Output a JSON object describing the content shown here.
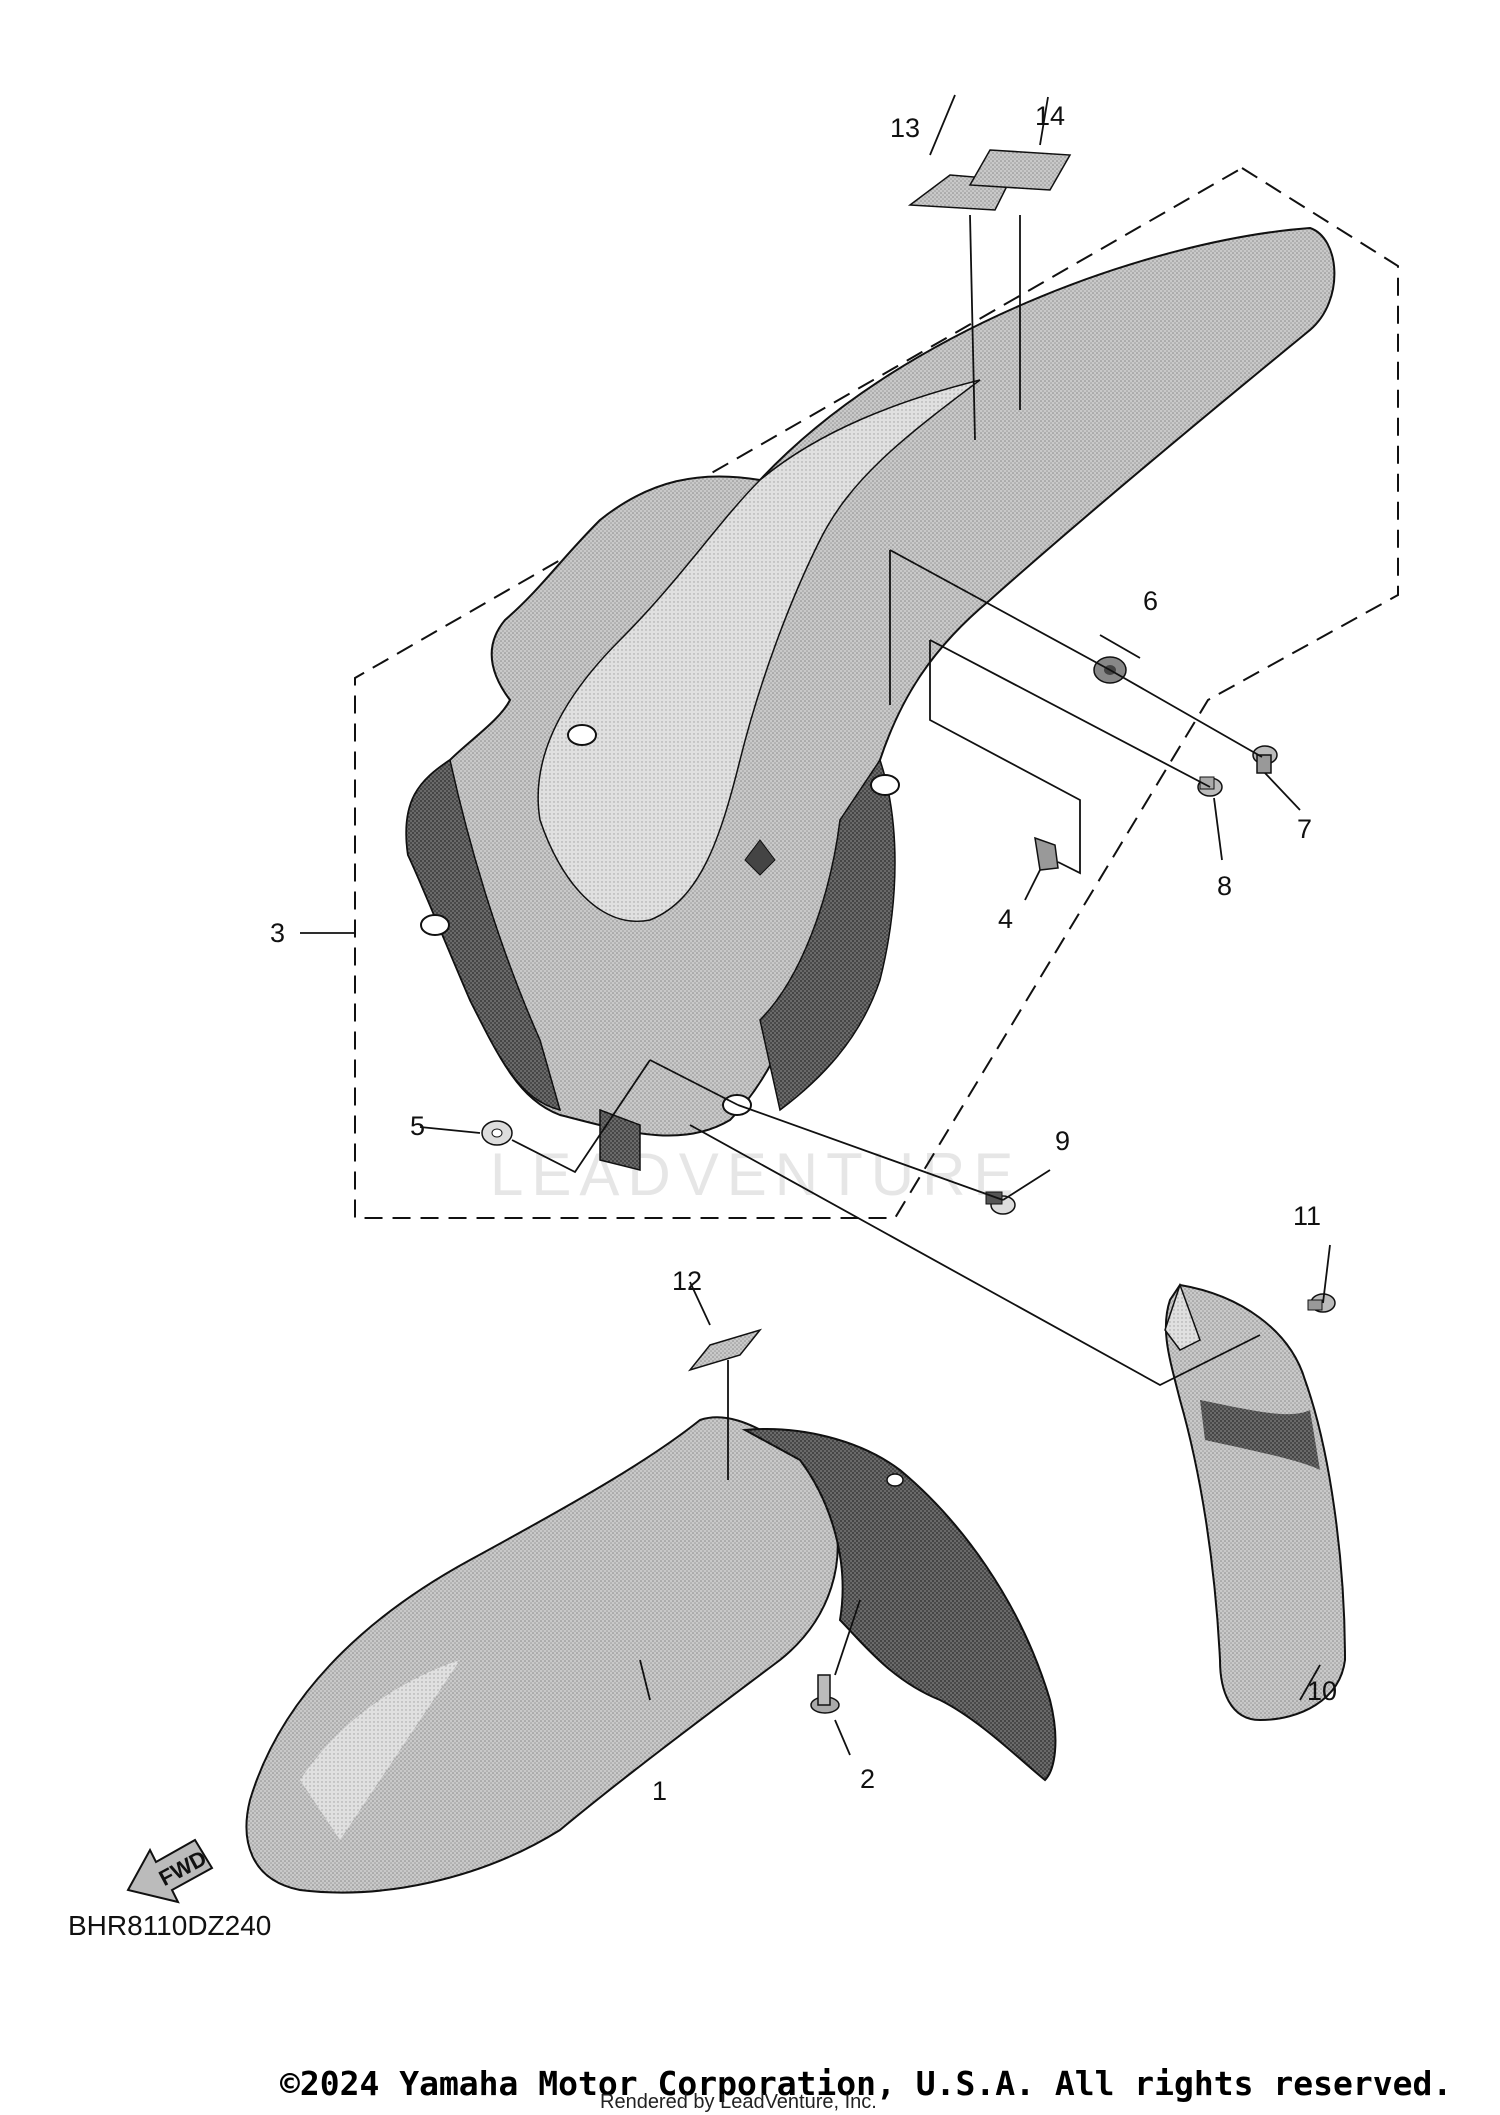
{
  "diagram": {
    "part_code": "BHR8110DZ240",
    "direction_label": "FWD",
    "watermark": "LEADVENTURE",
    "copyright": "©2024 Yamaha Motor Corporation, U.S.A. All rights reserved.",
    "rendered_by": "Rendered by LeadVenture, Inc.",
    "callouts": [
      "1",
      "2",
      "3",
      "4",
      "5",
      "6",
      "7",
      "8",
      "9",
      "10",
      "11",
      "12",
      "13",
      "14"
    ]
  }
}
